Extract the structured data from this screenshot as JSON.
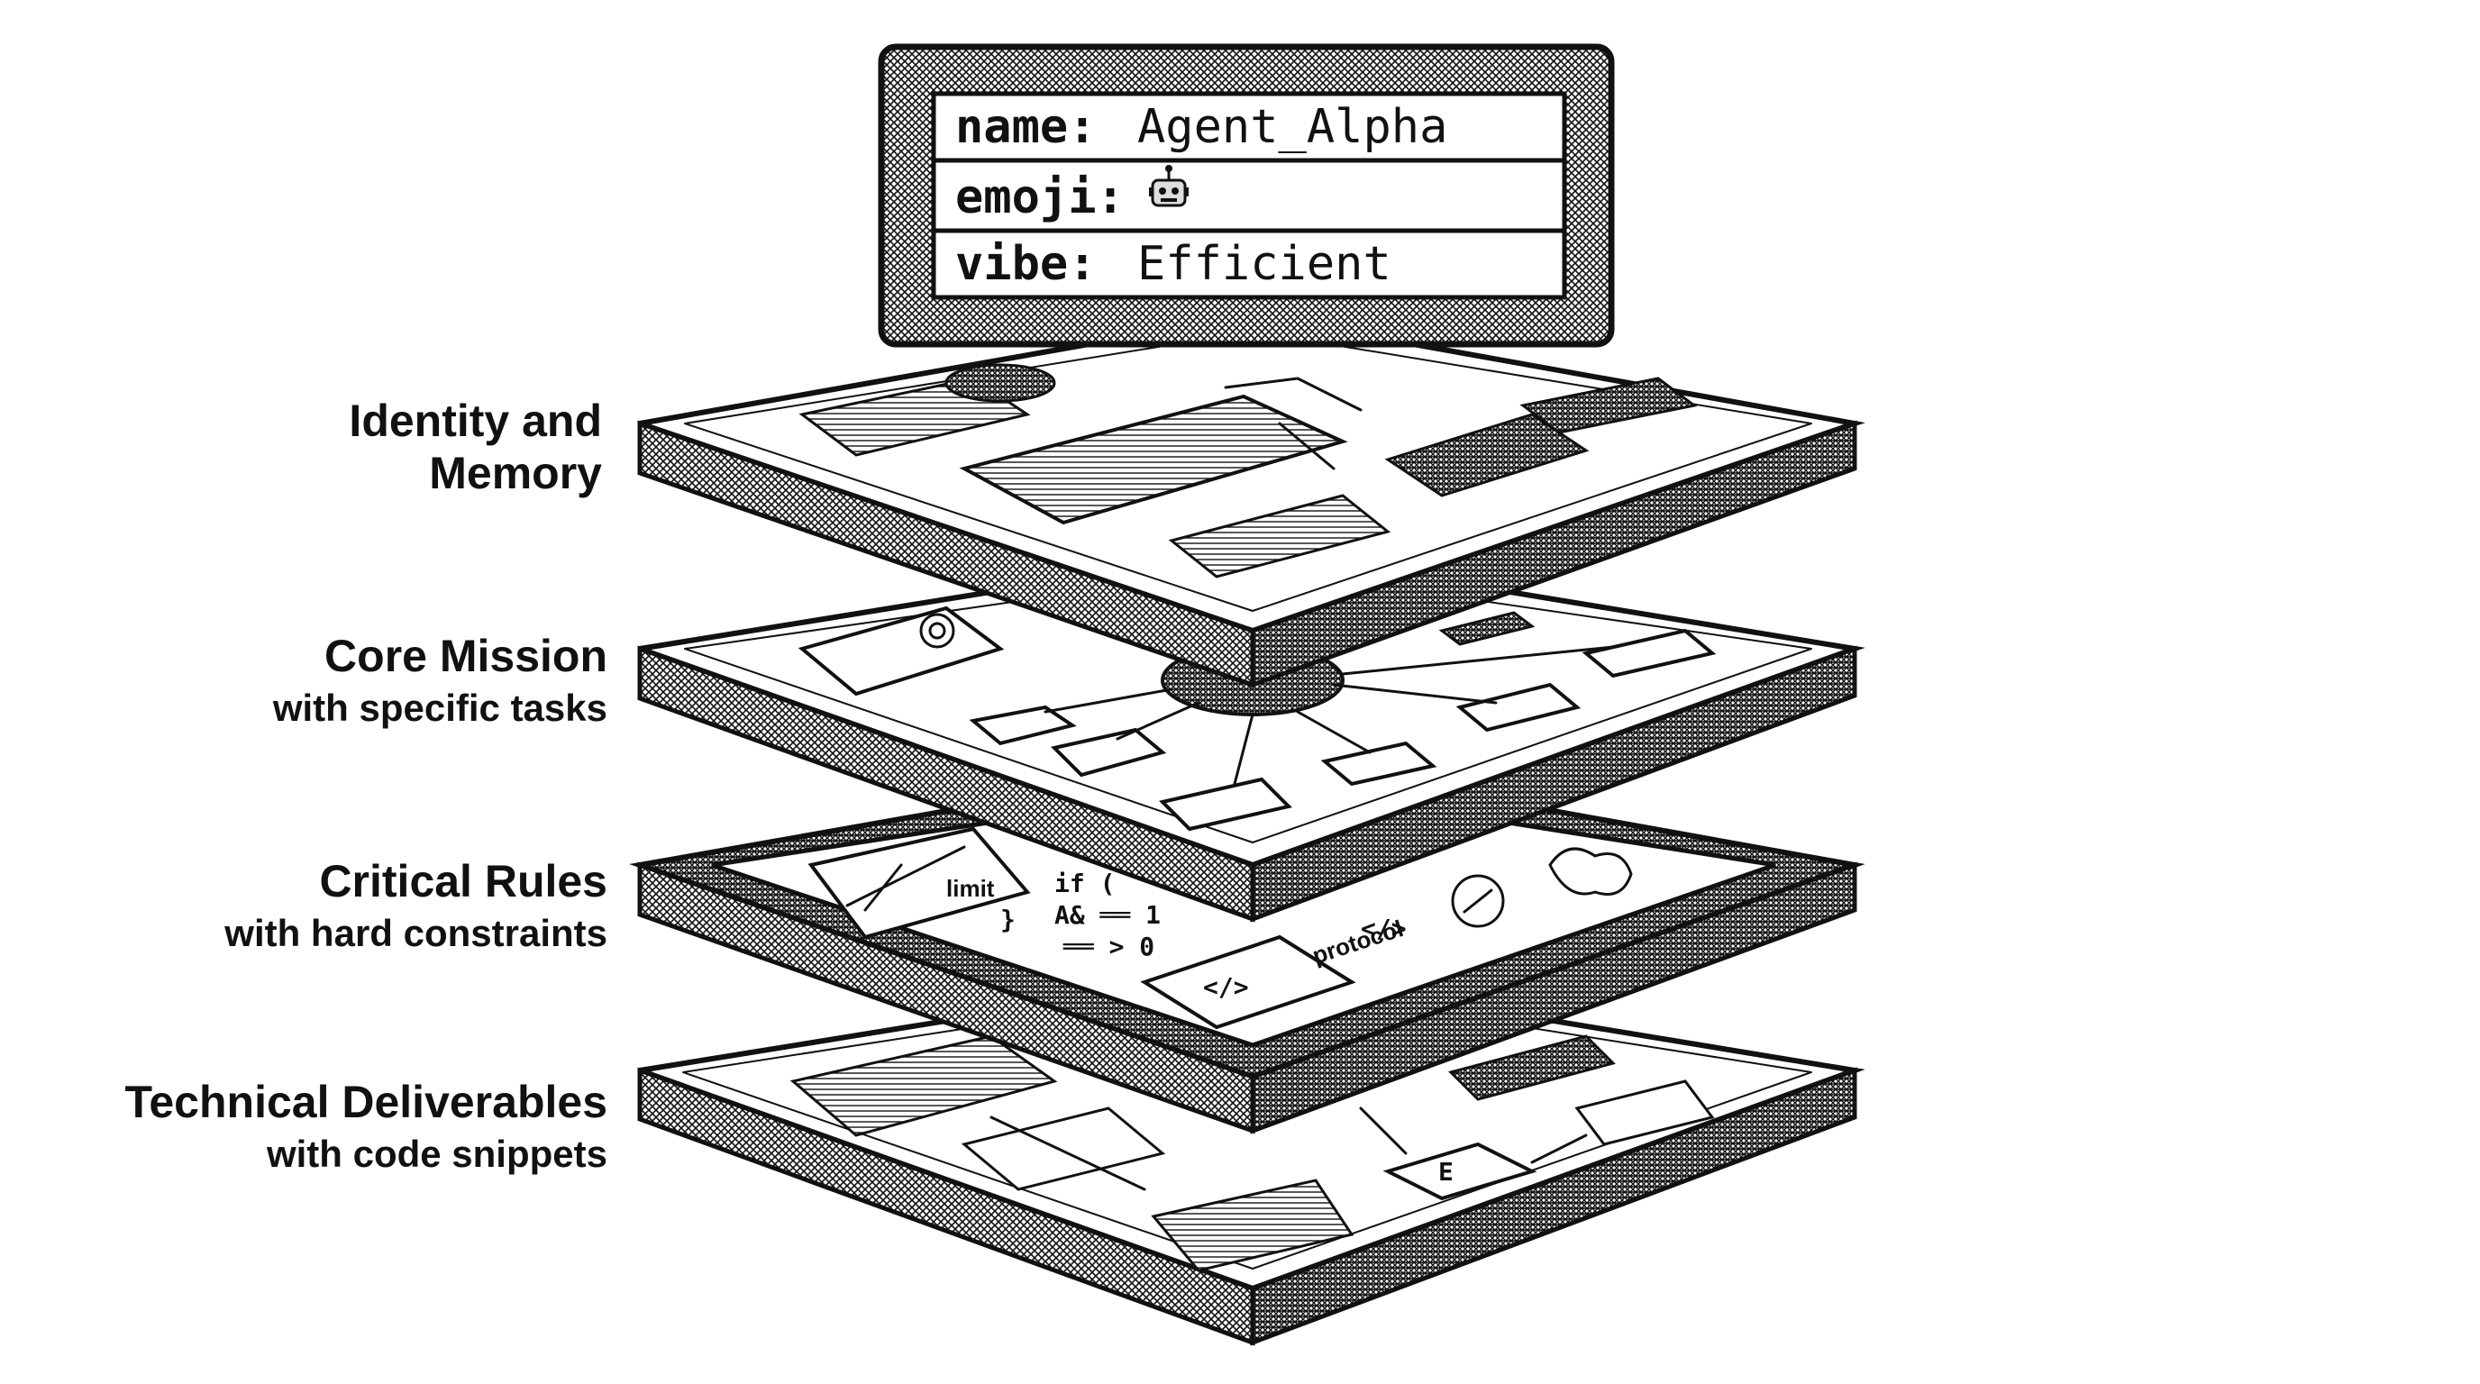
{
  "identity_card": {
    "rows": [
      {
        "key": "name:",
        "value": "Agent_Alpha"
      },
      {
        "key": "emoji:",
        "value": "",
        "icon": "robot-icon"
      },
      {
        "key": "vibe:",
        "value": "Efficient"
      }
    ]
  },
  "layers": [
    {
      "title": "Identity and",
      "title2": "Memory",
      "subtitle": ""
    },
    {
      "title": "Core Mission",
      "subtitle": "with specific tasks"
    },
    {
      "title": "Critical Rules",
      "subtitle": "with hard constraints"
    },
    {
      "title": "Technical Deliverables",
      "subtitle": "with code snippets"
    }
  ],
  "rules_layer_text": {
    "limit": "limit",
    "protocol": "protocol",
    "code_lines": [
      "if (",
      "A& ══ 1",
      "══ > 0",
      "}"
    ],
    "tag": "</>"
  },
  "colors": {
    "ink": "#111111",
    "paper": "#ffffff"
  }
}
